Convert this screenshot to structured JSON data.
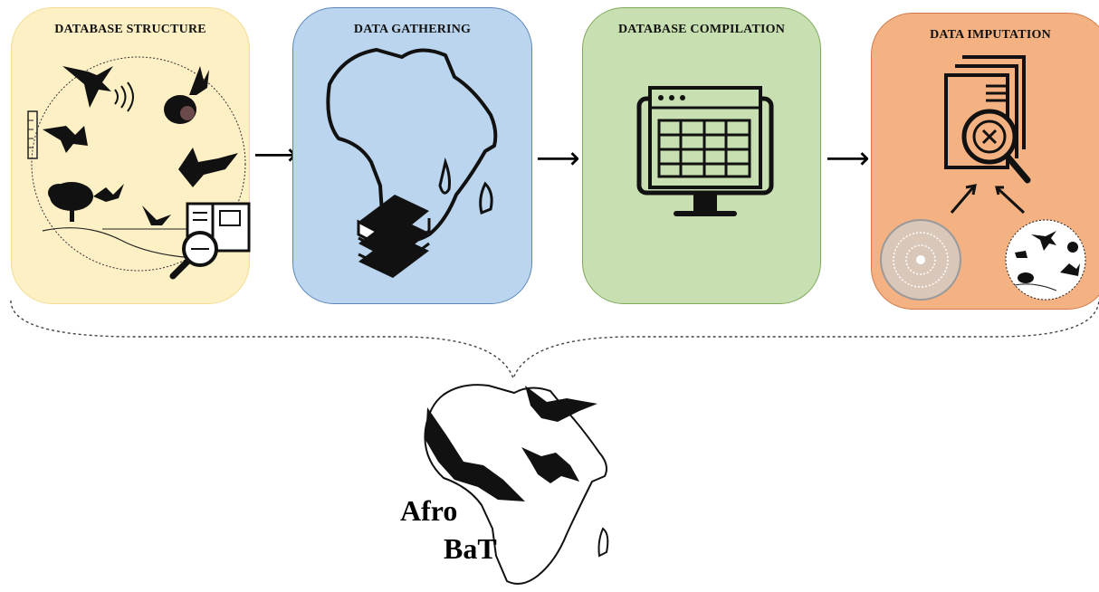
{
  "panels": [
    {
      "title": "DATABASE STRUCTURE",
      "fill": "#fdf0c5"
    },
    {
      "title": "DATA GATHERING",
      "fill": "#bad5ed"
    },
    {
      "title": "DATABASE COMPILATION",
      "fill": "#c7dfb1"
    },
    {
      "title": "DATA IMPUTATION",
      "fill": "#f4b283"
    }
  ],
  "arrows": {
    "symbol": "⟶"
  },
  "logo": {
    "line1": "Afro",
    "line2": "BaT"
  }
}
